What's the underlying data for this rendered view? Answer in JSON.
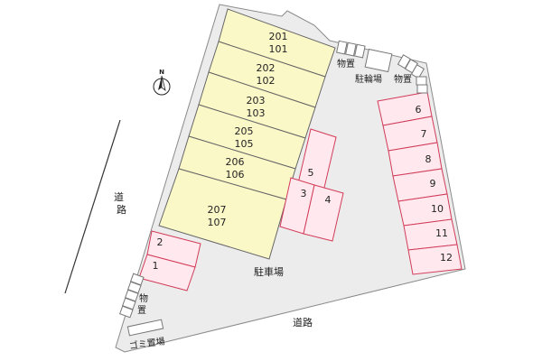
{
  "map": {
    "colors": {
      "lot": "#ececec",
      "lot_border": "#8a8a8a",
      "building_fill": "#fbf8c8",
      "building_border": "#666666",
      "parking_fill": "#ffe9ee",
      "parking_border": "#d23c5a",
      "shed_border": "#777777",
      "text": "#222222"
    },
    "north_label": "N",
    "labels": {
      "road_left": "道路",
      "road_bottom": "道路",
      "parking_area": "駐車場",
      "bike_parking": "駐輪場",
      "storage_top": "物置",
      "storage_top_right": "物置",
      "storage_left": "物置",
      "garbage": "ゴミ置場"
    },
    "units": [
      {
        "upper": "201",
        "lower": "101"
      },
      {
        "upper": "202",
        "lower": "102"
      },
      {
        "upper": "203",
        "lower": "103"
      },
      {
        "upper": "205",
        "lower": "105"
      },
      {
        "upper": "206",
        "lower": "106"
      },
      {
        "upper": "207",
        "lower": "107"
      }
    ],
    "parking_left": [
      "2",
      "1"
    ],
    "parking_middle": [
      "5",
      "3",
      "4"
    ],
    "parking_right": [
      "6",
      "7",
      "8",
      "9",
      "10",
      "11",
      "12"
    ]
  }
}
